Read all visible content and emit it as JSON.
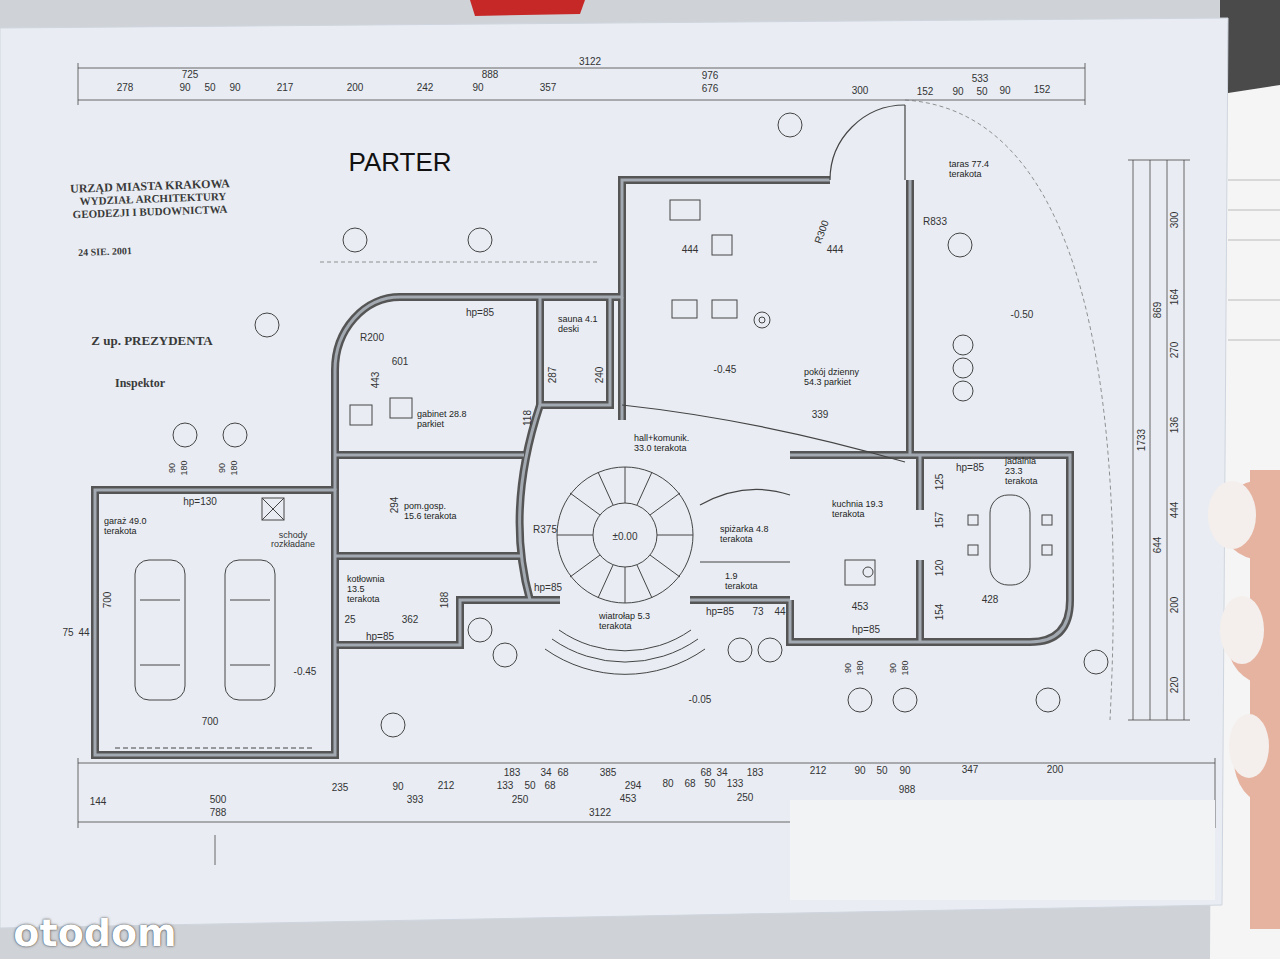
{
  "diagram": {
    "title": "PARTER",
    "nodes": [
      {
        "text": [
          "garaż 49.0 terakota"
        ]
      },
      {
        "text": [
          "gabinet 28.8 parkiet"
        ]
      },
      {
        "text": [
          "sauna 4.1 deski"
        ]
      },
      {
        "text": [
          "pokój dzienny 54.3 parkiet"
        ]
      },
      {
        "text": [
          "hall+komunik. 33.0 terakota"
        ]
      },
      {
        "text": [
          "pom.gosp. 15.6 terakota"
        ]
      },
      {
        "text": [
          "kotłownia 13.5 terakota"
        ]
      },
      {
        "text": [
          "spiżarka 4.8 terakota"
        ]
      },
      {
        "text": [
          "1.9 terakota"
        ]
      },
      {
        "text": [
          "wiatrołap 5.3 terakota"
        ]
      },
      {
        "text": [
          "kuchnia 19.3 terakota"
        ]
      },
      {
        "text": [
          "jadalnia 23.3 terakota"
        ]
      },
      {
        "text": [
          "taras 77.4 terakota"
        ]
      }
    ],
    "labels": [
      "URZĄD MIASTA KRAKOWA",
      "WYDZIAŁ ARCHITEKTURY",
      "GEODEZJI I BUDOWNICTWA",
      "24 SIE. 2001",
      "Z up. PREZYDENTA",
      "Inspektor",
      "3122",
      "725",
      "888",
      "976",
      "533",
      "278",
      "90",
      "50",
      "90",
      "217",
      "200",
      "242",
      "90",
      "357",
      "676",
      "300",
      "152",
      "90",
      "50",
      "90",
      "152",
      "183",
      "34",
      "68",
      "385",
      "68",
      "34",
      "183",
      "212",
      "90",
      "50",
      "90",
      "347",
      "200",
      "235",
      "90",
      "212",
      "133",
      "50",
      "68",
      "294",
      "80",
      "68",
      "50",
      "133",
      "144",
      "500",
      "393",
      "250",
      "453",
      "250",
      "988",
      "788",
      "3122",
      "300",
      "164",
      "869",
      "270",
      "136",
      "1733",
      "444",
      "644",
      "200",
      "220",
      "601",
      "443",
      "287",
      "240",
      "118",
      "444",
      "444",
      "339",
      "294",
      "188",
      "362",
      "25",
      "700",
      "700",
      "75",
      "44",
      "453",
      "428",
      "R375",
      "R200",
      "R300",
      "R833",
      "-0.45",
      "-0.45",
      "-0.05",
      "±0.00",
      "-0.50",
      "125",
      "157",
      "120",
      "154",
      "hp=85",
      "hp=130",
      "hp=85",
      "hp=85",
      "hp=85",
      "hp=85",
      "hp=85",
      "73",
      "44",
      "schody rozkładane",
      "90",
      "180",
      "90",
      "180",
      "90",
      "180",
      "90",
      "180",
      "otodom"
    ]
  }
}
